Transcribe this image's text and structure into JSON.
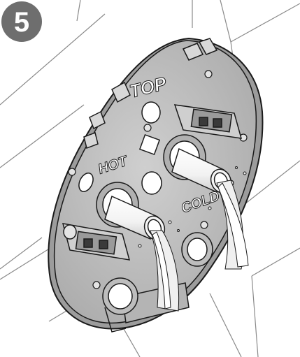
{
  "step": {
    "number": "5",
    "badge_color": "#6e6e6e",
    "badge_text_color": "#ffffff"
  },
  "labels": {
    "top": "TOP",
    "hot": "HOT",
    "cold": "COLD"
  },
  "colors": {
    "plate": "#bfbfbf",
    "plate_shadow": "#9c9c9c",
    "outline": "#1a1a1a",
    "tile_line": "#8a8a8a",
    "pipe": "#ffffff",
    "water": "#e8e8e8"
  }
}
